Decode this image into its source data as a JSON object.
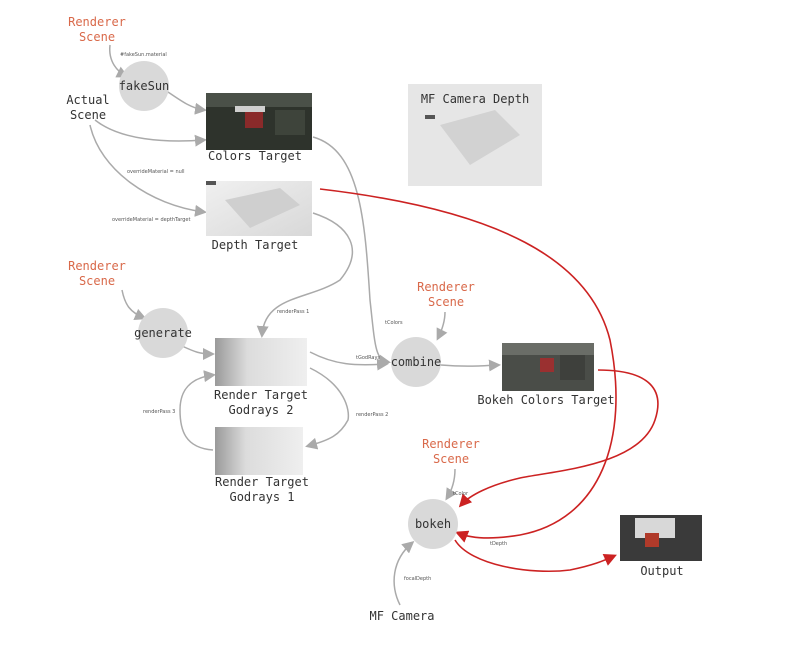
{
  "inputs": {
    "renderer_scene_top": [
      "Renderer",
      "Scene"
    ],
    "actual_scene": [
      "Actual",
      "Scene"
    ],
    "renderer_scene_mid": [
      "Renderer",
      "Scene"
    ],
    "renderer_scene_combine": [
      "Renderer",
      "Scene"
    ],
    "renderer_scene_bokeh": [
      "Renderer",
      "Scene"
    ],
    "mf_camera": "MF Camera"
  },
  "nodes": {
    "fake_sun": "fakeSun",
    "generate": "generate",
    "combine": "combine",
    "bokeh": "bokeh"
  },
  "targets": {
    "colors": "Colors Target",
    "depth": "Depth Target",
    "mf_depth": "MF Camera Depth",
    "godrays2": [
      "Render Target",
      "Godrays 2"
    ],
    "godrays1": [
      "Render Target",
      "Godrays 1"
    ],
    "bokeh_colors": "Bokeh Colors Target",
    "output": "Output"
  },
  "edge_labels": {
    "fakesun_material": "#fakeSun.material",
    "override_null": "overrideMaterial = null",
    "override_depth": "overrideMaterial = depthTarget",
    "render_pass_1": "renderPass 1",
    "render_pass_2": "renderPass 2",
    "render_pass_3": "renderPass 3",
    "t_colors": "tColors",
    "t_god_rays": "tGodRays",
    "t_color": "tColor",
    "t_depth": "tDepth",
    "focal_depth": "focalDepth"
  },
  "colors": {
    "input_label": "#d9694a",
    "flow_arrow": "#aaaaaa",
    "highlight_arrow": "#cc2222",
    "node_fill": "#d9d9d9"
  }
}
